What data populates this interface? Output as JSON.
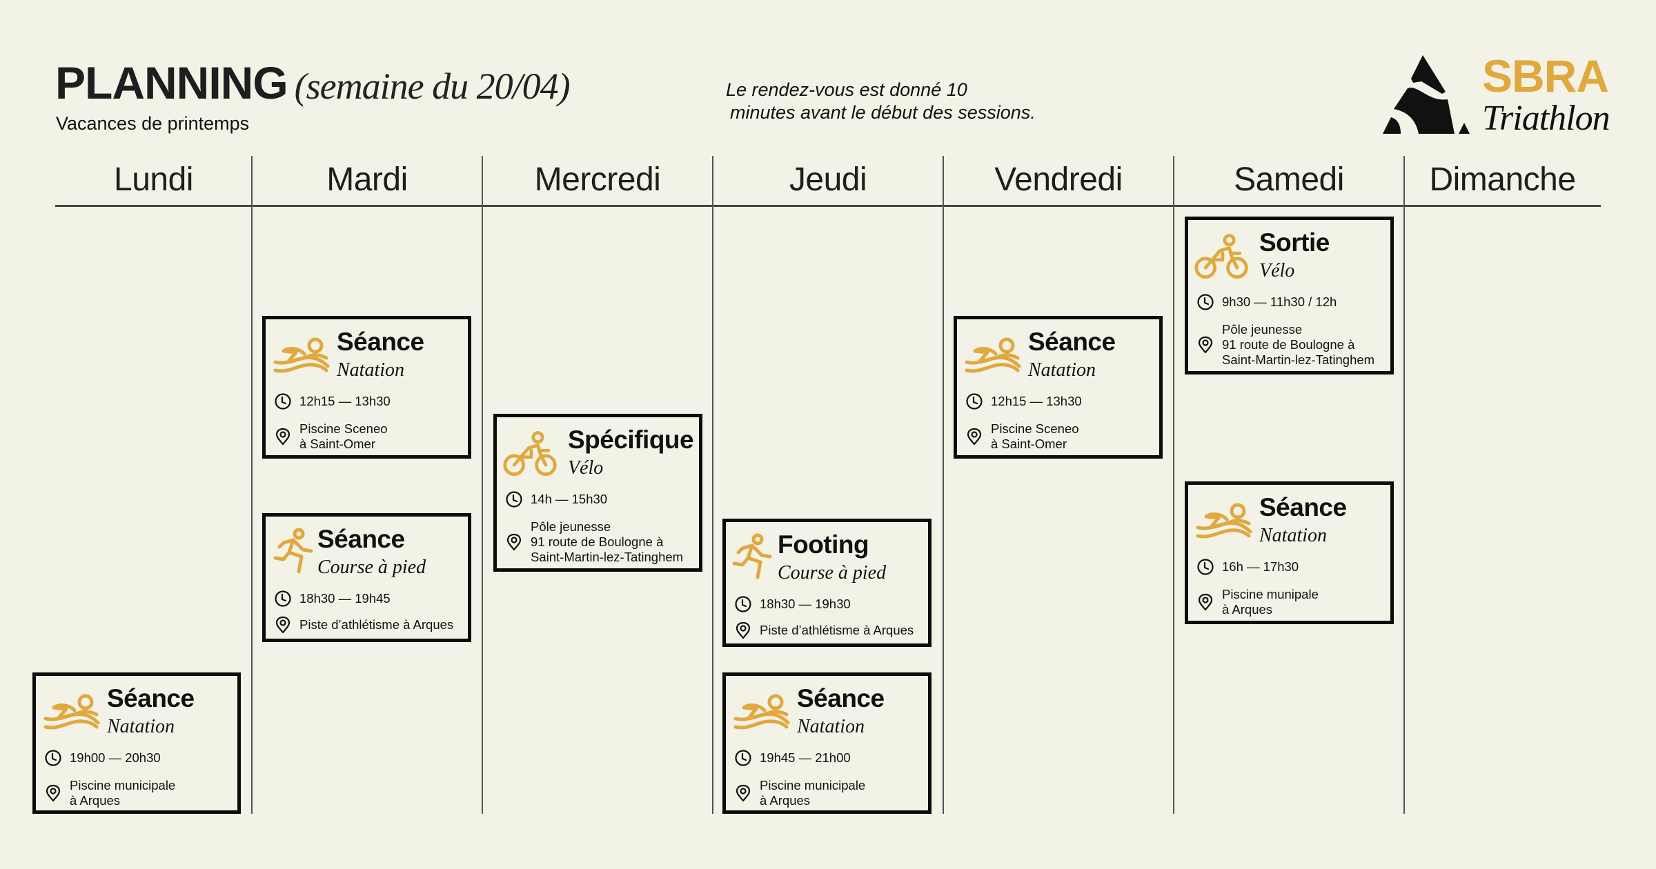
{
  "header": {
    "title": "PLANNING",
    "week": "(semaine du 20/04)",
    "subtitle": "Vacances de printemps",
    "notice_line1": "Le rendez-vous est donné 10",
    "notice_line2": "minutes avant le début des sessions."
  },
  "logo": {
    "brand": "SBRA",
    "sub": "Triathlon"
  },
  "colors": {
    "background": "#f2f2e6",
    "accent": "#e0a83e",
    "ink": "#111111"
  },
  "days": [
    "Lundi",
    "Mardi",
    "Mercredi",
    "Jeudi",
    "Vendredi",
    "Samedi",
    "Dimanche"
  ],
  "sessions": [
    {
      "day": "Lundi",
      "icon": "swim-icon",
      "title": "Séance",
      "sport": "Natation",
      "time": "19h00 — 20h30",
      "location": [
        "Piscine municipale",
        "à Arques"
      ]
    },
    {
      "day": "Mardi",
      "icon": "swim-icon",
      "title": "Séance",
      "sport": "Natation",
      "time": "12h15 — 13h30",
      "location": [
        "Piscine Sceneo",
        "à Saint-Omer"
      ]
    },
    {
      "day": "Mardi",
      "icon": "run-icon",
      "title": "Séance",
      "sport": "Course à pied",
      "time": "18h30 — 19h45",
      "location": [
        "Piste d’athlétisme à Arques"
      ]
    },
    {
      "day": "Mercredi",
      "icon": "bike-icon",
      "title": "Spécifique",
      "sport": "Vélo",
      "time": "14h — 15h30",
      "location": [
        "Pôle jeunesse",
        "91 route de Boulogne à",
        "Saint-Martin-lez-Tatinghem"
      ]
    },
    {
      "day": "Jeudi",
      "icon": "run-icon",
      "title": "Footing",
      "sport": "Course à pied",
      "time": "18h30 — 19h30",
      "location": [
        "Piste d’athlétisme à Arques"
      ]
    },
    {
      "day": "Jeudi",
      "icon": "swim-icon",
      "title": "Séance",
      "sport": "Natation",
      "time": "19h45 — 21h00",
      "location": [
        "Piscine municipale",
        "à Arques"
      ]
    },
    {
      "day": "Vendredi",
      "icon": "swim-icon",
      "title": "Séance",
      "sport": "Natation",
      "time": "12h15 — 13h30",
      "location": [
        "Piscine Sceneo",
        "à Saint-Omer"
      ]
    },
    {
      "day": "Samedi",
      "icon": "bike-icon",
      "title": "Sortie",
      "sport": "Vélo",
      "time": "9h30 — 11h30 / 12h",
      "location": [
        "Pôle jeunesse",
        "91 route de Boulogne à",
        "Saint-Martin-lez-Tatinghem"
      ]
    },
    {
      "day": "Samedi",
      "icon": "swim-icon",
      "title": "Séance",
      "sport": "Natation",
      "time": "16h — 17h30",
      "location": [
        "Piscine munipale",
        "à Arques"
      ]
    }
  ]
}
